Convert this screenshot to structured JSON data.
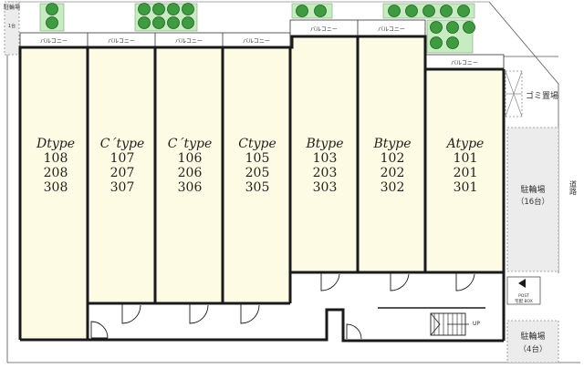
{
  "units": [
    {
      "type": "Dtype",
      "rooms": [
        "108",
        "208",
        "308"
      ],
      "balcony": "バルコニー"
    },
    {
      "type": "C´type",
      "rooms": [
        "107",
        "207",
        "307"
      ],
      "balcony": "バルコニー"
    },
    {
      "type": "C´type",
      "rooms": [
        "106",
        "206",
        "306"
      ],
      "balcony": "バルコニー"
    },
    {
      "type": "Ctype",
      "rooms": [
        "105",
        "205",
        "305"
      ],
      "balcony": "バルコニー"
    },
    {
      "type": "Btype",
      "rooms": [
        "103",
        "203",
        "303"
      ],
      "balcony": "バルコニー"
    },
    {
      "type": "Btype",
      "rooms": [
        "102",
        "202",
        "302"
      ],
      "balcony": "バルコニー"
    },
    {
      "type": "Atype",
      "rooms": [
        "101",
        "201",
        "301"
      ],
      "balcony": "バルコニー"
    }
  ],
  "facilities": {
    "garbage": "ゴミ置場",
    "bike_parking_main": {
      "title": "駐輪場",
      "capacity": "（16台）"
    },
    "bike_parking_small": {
      "title": "駐輪場",
      "capacity": "（4台）"
    },
    "bike_parking_left": {
      "title": "駐輪場",
      "capacity": "1台"
    },
    "road": "道路",
    "post_box": {
      "line1": "POST",
      "line2": "宅配 BOX"
    },
    "stairs_up": "UP"
  },
  "colors": {
    "unit_fill": "#fdfbe3",
    "wall": "#1a1a1a",
    "tree_green": "#3f9a42",
    "planter_fill": "#c8ecc2",
    "parking_fill": "#ececec",
    "parking_stroke": "#8a8a8a"
  }
}
